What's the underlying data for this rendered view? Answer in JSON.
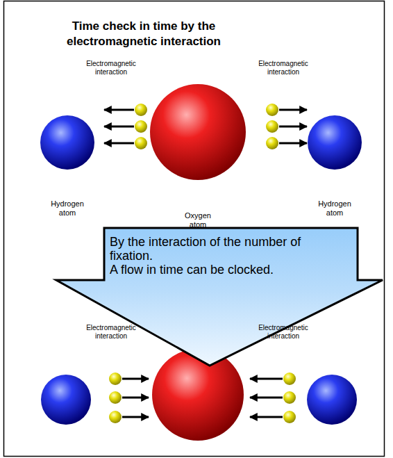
{
  "diagram": {
    "title": "Time check in time by the electromagnetic interaction",
    "nodes": [
      {
        "text": [
          "Hydrogen atom"
        ]
      },
      {
        "text": [
          "Oxygen atom"
        ]
      },
      {
        "text": [
          "Hydrogen atom"
        ]
      },
      {
        "text": [
          "By the interaction of the number of fixation.",
          "A flow in time can be clocked."
        ]
      }
    ],
    "labels": [
      "Electromagnetic interaction",
      "Electromagnetic interaction",
      "Electromagnetic interaction",
      "Electromagnetic interaction"
    ]
  }
}
